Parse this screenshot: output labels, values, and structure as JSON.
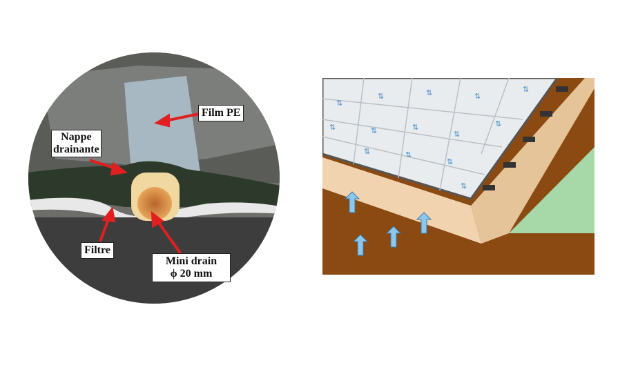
{
  "photo": {
    "labels": {
      "film": "Film PE",
      "nappe_line1": "Nappe",
      "nappe_line2": "drainante",
      "filtre": "Filtre",
      "mini_drain": "Mini drain",
      "diameter": "ϕ 20 mm"
    },
    "colors": {
      "arrow": "#e02020",
      "drain": "#f0d8a0"
    }
  },
  "diagram": {
    "colors": {
      "soil": "#8b4a12",
      "sheet": "#e8ecef",
      "green": "#a6d8a8",
      "arrow": "#8cc8ee",
      "sand": "#f2d3b0"
    }
  }
}
